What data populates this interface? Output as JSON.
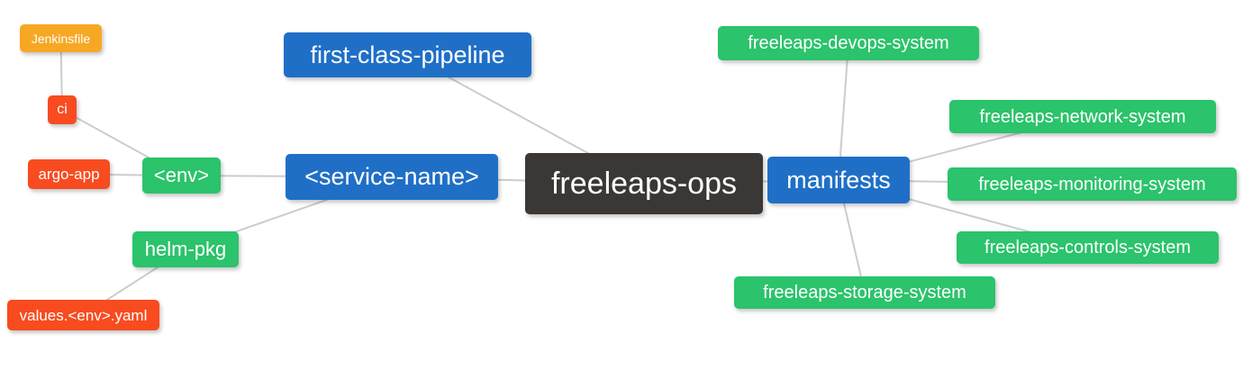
{
  "diagram": {
    "type": "mindmap",
    "title": "freeleaps-ops repository structure mind map",
    "palette": {
      "root": "#3a3734",
      "branch": "#1f6fc6",
      "green": "#2bc36b",
      "red": "#f84b1f",
      "orange": "#f6a824",
      "link": "#cccccc",
      "text": "#ffffff",
      "background": "#ffffff"
    },
    "nodes": [
      {
        "id": "root",
        "label": "freeleaps-ops",
        "color_role": "root",
        "parent": null
      },
      {
        "id": "pipeline",
        "label": "first-class-pipeline",
        "color_role": "branch",
        "parent": "root"
      },
      {
        "id": "service",
        "label": "<service-name>",
        "color_role": "branch",
        "parent": "root"
      },
      {
        "id": "manifests",
        "label": "manifests",
        "color_role": "branch",
        "parent": "root"
      },
      {
        "id": "env",
        "label": "<env>",
        "color_role": "green",
        "parent": "service"
      },
      {
        "id": "helm",
        "label": "helm-pkg",
        "color_role": "green",
        "parent": "service"
      },
      {
        "id": "ci",
        "label": "ci",
        "color_role": "red",
        "parent": "env"
      },
      {
        "id": "argo",
        "label": "argo-app",
        "color_role": "red",
        "parent": "env"
      },
      {
        "id": "jenkinsfile",
        "label": "Jenkinsfile",
        "color_role": "orange",
        "parent": "ci"
      },
      {
        "id": "values",
        "label": "values.<env>.yaml",
        "color_role": "red",
        "parent": "helm"
      },
      {
        "id": "devops",
        "label": "freeleaps-devops-system",
        "color_role": "green",
        "parent": "manifests"
      },
      {
        "id": "network",
        "label": "freeleaps-network-system",
        "color_role": "green",
        "parent": "manifests"
      },
      {
        "id": "monitoring",
        "label": "freeleaps-monitoring-system",
        "color_role": "green",
        "parent": "manifests"
      },
      {
        "id": "controls",
        "label": "freeleaps-controls-system",
        "color_role": "green",
        "parent": "manifests"
      },
      {
        "id": "storage",
        "label": "freeleaps-storage-system",
        "color_role": "green",
        "parent": "manifests"
      }
    ]
  }
}
